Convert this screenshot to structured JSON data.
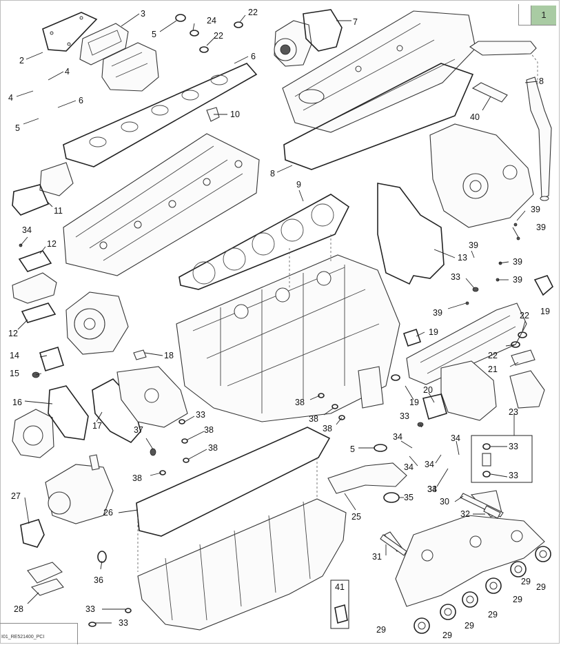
{
  "page_ref": "1",
  "footer_code": "I01_RE521400_PCI",
  "callouts": {
    "c1": "2",
    "c2": "3",
    "c3": "5",
    "c4": "24",
    "c5": "22",
    "c6": "22",
    "c7": "7",
    "c8": "4",
    "c9": "4",
    "c10": "6",
    "c11": "5",
    "c12": "6",
    "c13": "10",
    "c14": "8",
    "c15": "40",
    "c16": "8",
    "c17": "11",
    "c18": "9",
    "c19": "34",
    "c20": "12",
    "c21": "12",
    "c22": "39",
    "c23": "39",
    "c24": "39",
    "c25": "13",
    "c26": "39",
    "c27": "33",
    "c28": "39",
    "c29": "39",
    "c30": "19",
    "c31": "22",
    "c32": "14",
    "c33": "18",
    "c34": "15",
    "c35": "19",
    "c36": "22",
    "c37": "21",
    "c38": "16",
    "c39": "17",
    "c40": "38",
    "c41": "19",
    "c42": "20",
    "c43": "23",
    "c44": "33",
    "c45": "38",
    "c46": "38",
    "c47": "33",
    "c48": "33",
    "c49": "37",
    "c50": "38",
    "c51": "38",
    "c52": "5",
    "c53": "34",
    "c54": "34",
    "c55": "34",
    "c56": "34",
    "c57": "33",
    "c58": "33",
    "c59": "38",
    "c60": "34",
    "c61": "35",
    "c62": "27",
    "c63": "26",
    "c64": "25",
    "c65": "30",
    "c66": "32",
    "c67": "31",
    "c68": "36",
    "c69": "28",
    "c70": "41",
    "c71": "33",
    "c72": "33",
    "c73": "29",
    "c74": "29",
    "c75": "29",
    "c76": "29",
    "c77": "29",
    "c78": "29",
    "c79": "29"
  }
}
